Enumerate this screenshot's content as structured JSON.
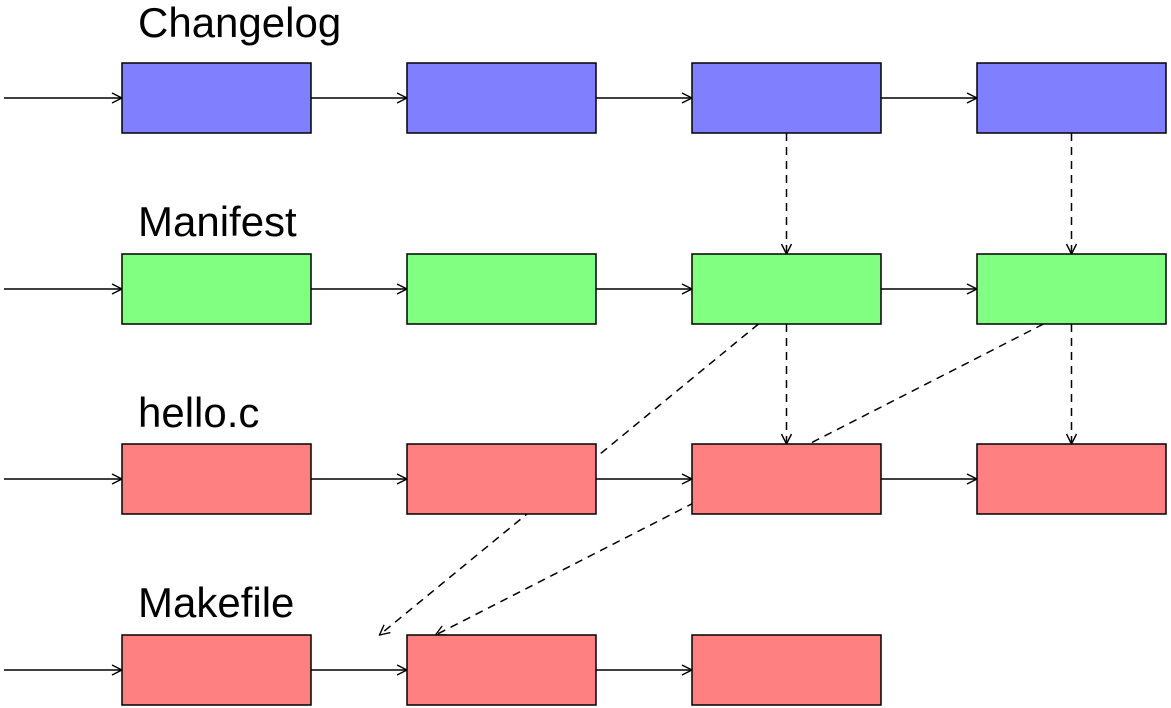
{
  "rows": [
    {
      "label": "Changelog",
      "color": "#8080ff",
      "boxes": 4
    },
    {
      "label": "Manifest",
      "color": "#80ff80",
      "boxes": 4
    },
    {
      "label": "hello.c",
      "color": "#ff8080",
      "boxes": 4
    },
    {
      "label": "Makefile",
      "color": "#ff8080",
      "boxes": 3
    }
  ],
  "links": [
    {
      "from": [
        0,
        2
      ],
      "to": [
        1,
        2
      ]
    },
    {
      "from": [
        0,
        3
      ],
      "to": [
        1,
        3
      ]
    },
    {
      "from": [
        1,
        2
      ],
      "to": [
        2,
        2
      ]
    },
    {
      "from": [
        1,
        3
      ],
      "to": [
        2,
        3
      ]
    },
    {
      "from": [
        1,
        2
      ],
      "to": [
        3,
        1
      ]
    },
    {
      "from": [
        1,
        3
      ],
      "to": [
        3,
        1
      ]
    }
  ],
  "colors": {
    "stroke": "#000000"
  }
}
